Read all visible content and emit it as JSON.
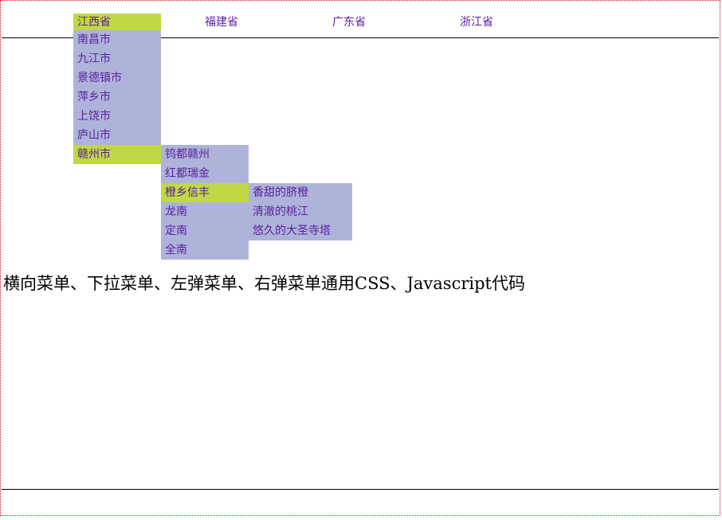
{
  "title": "横向菜单、下拉菜单、左弹菜单、右弹菜单通用CSS、Javascript代码",
  "nav": [
    "江西省",
    "福建省",
    "广东省",
    "浙江省"
  ],
  "menu1": [
    "南昌市",
    "九江市",
    "景德镇市",
    "萍乡市",
    "上饶市",
    "庐山市",
    "赣州市"
  ],
  "menu2": [
    "钨都赣州",
    "红都瑞金",
    "橙乡信丰",
    "龙南",
    "定南",
    "全南"
  ],
  "menu3": [
    "香甜的脐橙",
    "清澈的桃江",
    "悠久的大圣寺塔"
  ],
  "colors": {
    "menu_bg": "#aeb4d9",
    "highlight": "#c0d843",
    "text": "#5b1ea0"
  }
}
